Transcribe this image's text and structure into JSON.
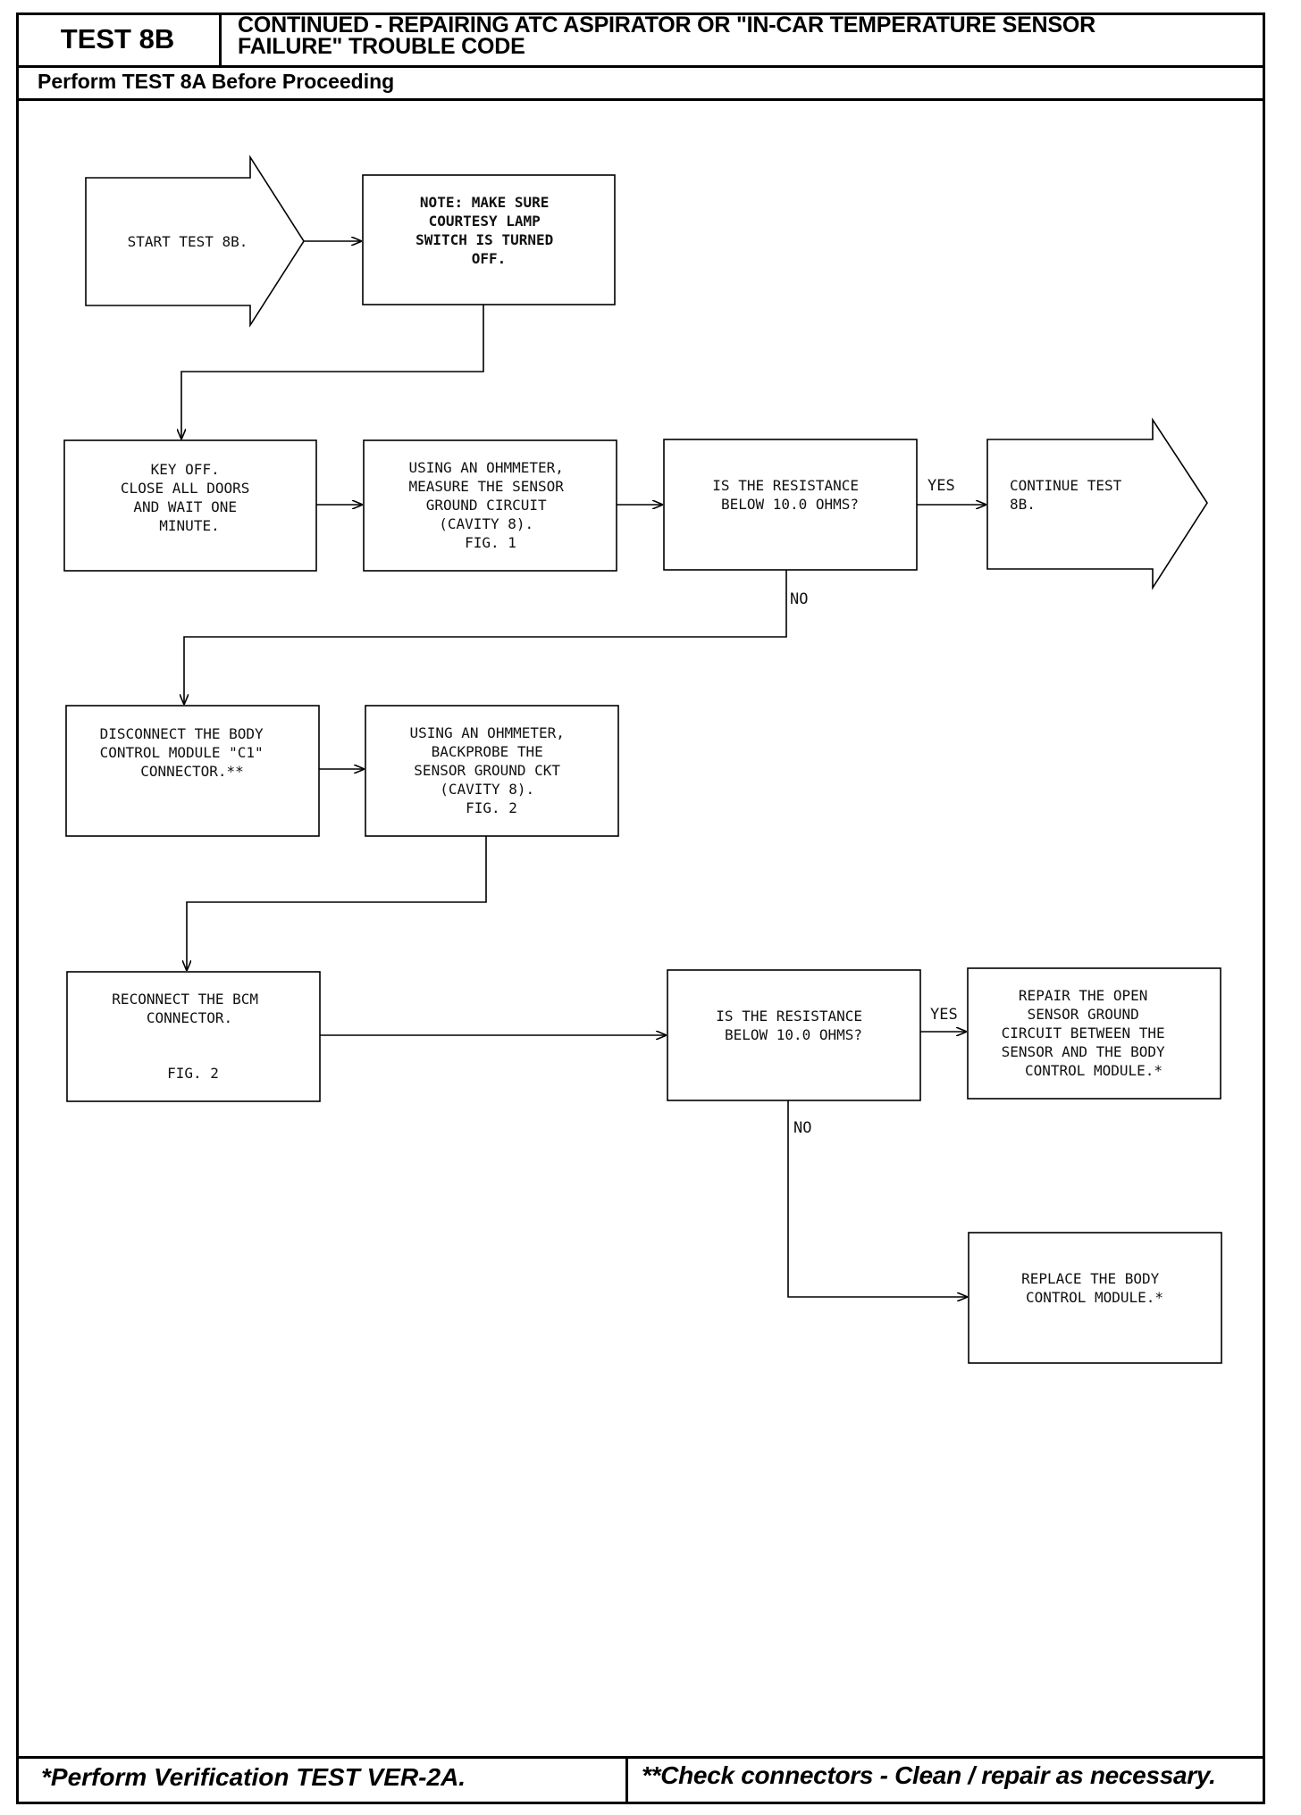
{
  "header": {
    "test_id": "TEST 8B",
    "title_line1": "CONTINUED - REPAIRING ATC ASPIRATOR OR \"IN-CAR TEMPERATURE SENSOR",
    "title_line2": "FAILURE\" TROUBLE CODE",
    "subtitle": "Perform TEST 8A Before Proceeding"
  },
  "flow": {
    "start": [
      "START TEST 8B."
    ],
    "note": [
      "NOTE: MAKE SURE",
      "COURTESY LAMP",
      "SWITCH IS TURNED",
      "OFF."
    ],
    "key_off": [
      "KEY OFF.",
      "CLOSE ALL DOORS",
      "AND WAIT ONE",
      "MINUTE."
    ],
    "measure": [
      "USING AN OHMMETER,",
      "MEASURE THE SENSOR",
      "GROUND CIRCUIT",
      "(CAVITY 8).",
      "FIG. 1"
    ],
    "decision1": [
      "IS THE RESISTANCE",
      "BELOW 10.0 OHMS?"
    ],
    "continue": [
      "CONTINUE TEST",
      "8B."
    ],
    "disconnect": [
      "DISCONNECT THE BODY",
      "CONTROL MODULE \"C1\"",
      "CONNECTOR.**"
    ],
    "backprobe": [
      "USING AN OHMMETER,",
      "BACKPROBE THE",
      "SENSOR GROUND CKT",
      "(CAVITY 8).",
      "FIG. 2"
    ],
    "reconnect": [
      "RECONNECT THE BCM",
      "CONNECTOR."
    ],
    "reconnect_fig": "FIG. 2",
    "decision2": [
      "IS THE RESISTANCE",
      "BELOW 10.0 OHMS?"
    ],
    "repair": [
      "REPAIR THE OPEN",
      "SENSOR GROUND",
      "CIRCUIT BETWEEN THE",
      "SENSOR AND THE BODY",
      "CONTROL MODULE.*"
    ],
    "replace": [
      "REPLACE THE BODY",
      "CONTROL MODULE.*"
    ],
    "yes_label": "YES",
    "no_label": "NO"
  },
  "footer": {
    "left": "*Perform Verification TEST VER-2A.",
    "right": "**Check connectors - Clean / repair as necessary."
  }
}
